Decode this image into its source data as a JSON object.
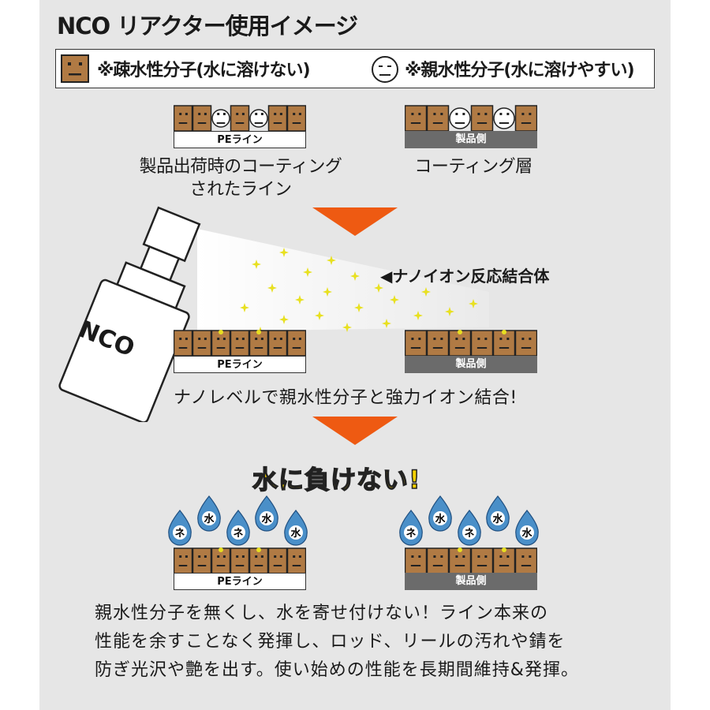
{
  "title": "NCO リアクター使用イメージ",
  "legend": {
    "hydrophobic": "※疎水性分子(水に溶けない)",
    "hydrophilic": "※親水性分子(水に溶けやすい)"
  },
  "stage1": {
    "pe_label": "PEライン",
    "product_label": "製品側",
    "caption_left_line1": "製品出荷時のコーティング",
    "caption_left_line2": "されたライン",
    "caption_right": "コーティング層"
  },
  "stage2": {
    "bottle_label": "NCO",
    "ion_label": "◀ナノイオン反応結合体",
    "pe_label": "PEライン",
    "product_label": "製品側",
    "caption": "ナノレベルで親水性分子と強力イオン結合!"
  },
  "stage3": {
    "slogan": "水に負けない!",
    "drop_label": "水",
    "drop_label_alt": "ネ",
    "pe_label": "PEライン",
    "product_label": "製品側"
  },
  "bottom": {
    "line1": "親水性分子を無くし、水を寄せ付けない！ライン本来の",
    "line2": "性能を余すことなく発揮し、ロッド、リールの汚れや錆を",
    "line3": "防ぎ光沢や艶を出す。使い始めの性能を長期間維持&発揮。"
  },
  "colors": {
    "panel": "#e6e6e6",
    "block": "#b07a44",
    "arrow": "#ee5a12",
    "sparkle": "#e8e020",
    "drop": "#4a8fc8",
    "slogan": "#f4d000",
    "product_bar": "#6b6b6b"
  }
}
